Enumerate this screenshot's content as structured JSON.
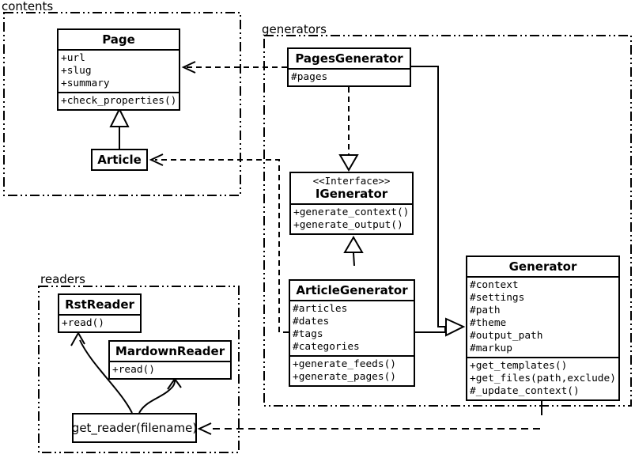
{
  "packages": {
    "contents": {
      "label": "contents"
    },
    "generators": {
      "label": "generators"
    },
    "readers": {
      "label": "readers"
    }
  },
  "classes": {
    "page": {
      "title": "Page",
      "attributes": [
        "+url",
        "+slug",
        "+summary"
      ],
      "methods": [
        "+check_properties()"
      ]
    },
    "article": {
      "title": "Article"
    },
    "pages_generator": {
      "title": "PagesGenerator",
      "attributes": [
        "#pages"
      ]
    },
    "igenerator": {
      "stereotype": "<<Interface>>",
      "title": "IGenerator",
      "methods": [
        "+generate_context()",
        "+generate_output()"
      ]
    },
    "article_generator": {
      "title": "ArticleGenerator",
      "attributes": [
        "#articles",
        "#dates",
        "#tags",
        "#categories"
      ],
      "methods": [
        "+generate_feeds()",
        "+generate_pages()"
      ]
    },
    "generator": {
      "title": "Generator",
      "attributes": [
        "#context",
        "#settings",
        "#path",
        "#theme",
        "#output_path",
        "#markup"
      ],
      "methods": [
        "+get_templates()",
        "+get_files(path,exclude)",
        "#_update_context()"
      ]
    },
    "rst_reader": {
      "title": "RstReader",
      "methods": [
        "+read()"
      ]
    },
    "mardown_reader": {
      "title": "MardownReader",
      "methods": [
        "+read()"
      ]
    },
    "get_reader": {
      "title": "get_reader(filename)"
    }
  },
  "colors": {
    "line": "#000000",
    "background": "#ffffff"
  }
}
